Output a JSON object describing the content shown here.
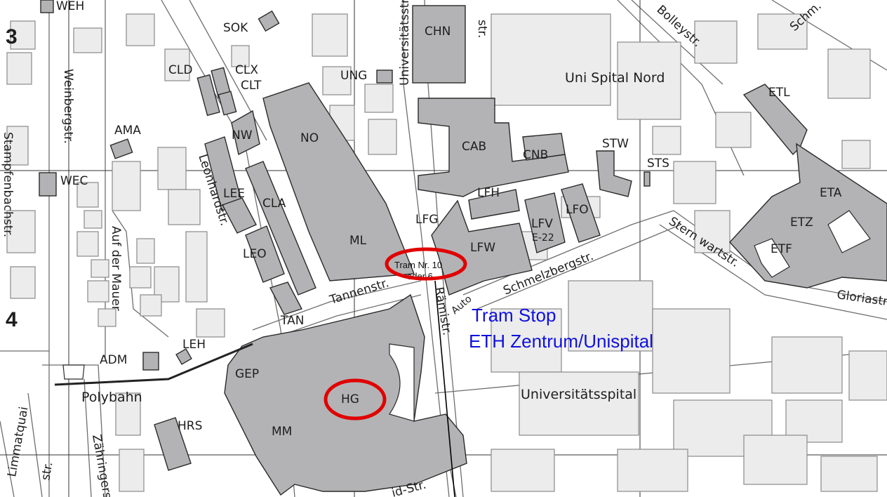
{
  "grid": {
    "row_3": "3",
    "row_4": "4"
  },
  "buildings": {
    "WEH": "WEH",
    "SOK": "SOK",
    "CLD": "CLD",
    "CLX": "CLX",
    "CLT": "CLT",
    "CHN": "CHN",
    "UNG": "UNG",
    "AMA": "AMA",
    "NW": "NW",
    "NO": "NO",
    "CAB": "CAB",
    "CNB": "CNB",
    "STW": "STW",
    "STS": "STS",
    "ETL": "ETL",
    "ETA": "ETA",
    "ETZ": "ETZ",
    "ETF": "ETF",
    "WEC": "WEC",
    "LEE": "LEE",
    "CLA": "CLA",
    "LEO": "LEO",
    "ML": "ML",
    "LFH": "LFH",
    "LFG": "LFG",
    "LFV": "LFV",
    "E22": "E-22",
    "LFO": "LFO",
    "LFW": "LFW",
    "TAN": "TAN",
    "LEH": "LEH",
    "ADM": "ADM",
    "GEP": "GEP",
    "HG": "HG",
    "MM": "MM",
    "HRS": "HRS"
  },
  "streets": {
    "weinberg": "Weinbergstr.",
    "stampfenbach": "Stampfenbachstr.",
    "leonhard": "Leonhardstr.",
    "auf_der_mauer": "Auf der Mauer",
    "universitaets": "Universitätsstr.",
    "bolley": "Bolleystr.",
    "schm": "Schm.",
    "tannen": "Tannenstr.",
    "schmelzberg": "Schmelzbergstr.",
    "sternwart": "Stern wartstr.",
    "gloria": "Gloriastr.",
    "raemi": "Rämistr.",
    "auto": "Auto",
    "limmatquai": "Limmatquai",
    "zaehringer": "Zähringerstr.",
    "zuerich_str": "str.",
    "semper": "id-Str.",
    "str_top": "str."
  },
  "areas": {
    "uni_spital_nord": "Uni Spital Nord",
    "universitaetsspital": "Universitätsspital",
    "polybahn": "Polybahn"
  },
  "annotations": {
    "tram_line1": "Tram Nr. 10",
    "tram_line2": "oder 6",
    "tram_stop_line1": "Tram Stop",
    "tram_stop_line2": "ETH Zentrum/Unispital"
  },
  "colors": {
    "building_dark": "#b3b3b5",
    "building_light": "#ececec",
    "street_line": "#6e6e6e",
    "highlight": "#e00000",
    "stop_text": "#1010e0"
  }
}
